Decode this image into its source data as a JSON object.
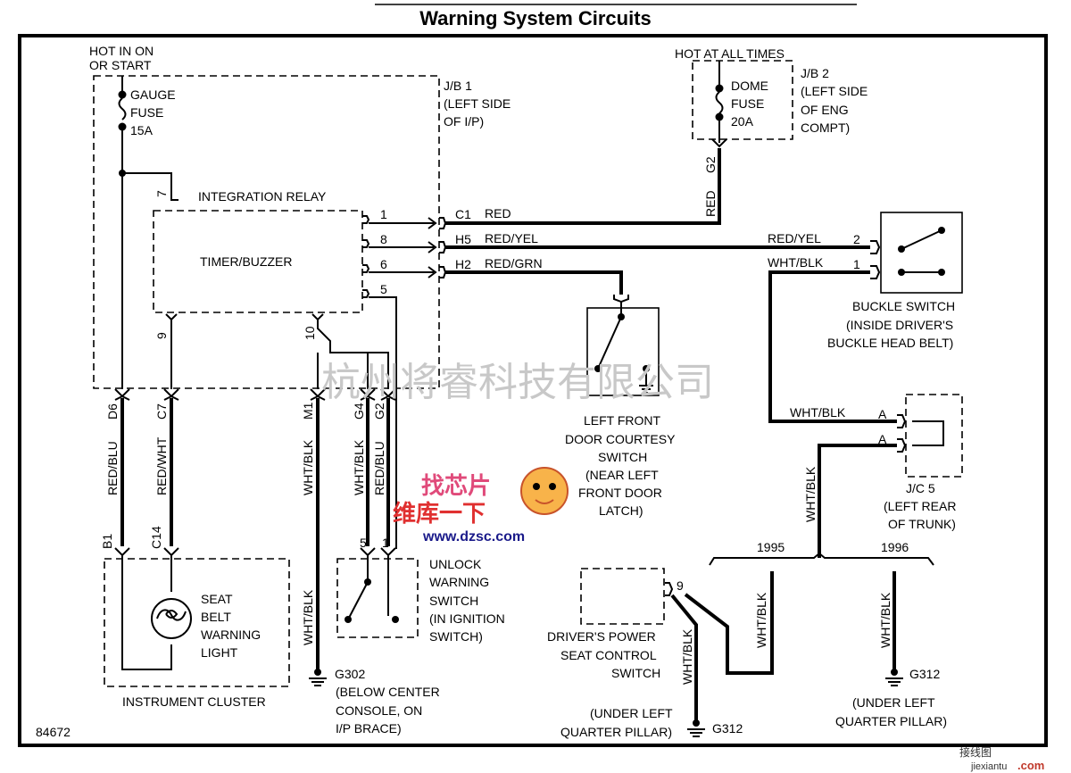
{
  "title": "Warning System Circuits",
  "figure_id": "84672",
  "power": {
    "hot_in_on_1": "HOT IN ON",
    "hot_in_on_2": "OR START",
    "hot_at_all": "HOT AT ALL TIMES"
  },
  "fuses": {
    "gauge_1": "GAUGE",
    "gauge_2": "FUSE",
    "gauge_3": "15A",
    "dome_1": "DOME",
    "dome_2": "FUSE",
    "dome_3": "20A"
  },
  "jb1": {
    "l1": "J/B 1",
    "l2": "(LEFT SIDE",
    "l3": "OF I/P)"
  },
  "jb2": {
    "l1": "J/B 2",
    "l2": "(LEFT SIDE",
    "l3": "OF ENG",
    "l4": "COMPT)"
  },
  "relay": {
    "name": "INTEGRATION RELAY",
    "inner": "TIMER/BUZZER"
  },
  "pins": {
    "p7": "7",
    "p1": "1",
    "p8": "8",
    "p6": "6",
    "p5": "5",
    "p9": "9",
    "p10": "10",
    "c1": "C1",
    "h5": "H5",
    "h2": "H2",
    "g2": "G2",
    "d6": "D6",
    "c7": "C7",
    "m1": "M1",
    "g4": "G4",
    "g2b": "G2",
    "b1": "B1",
    "c14": "C14",
    "s5": "5",
    "s1": "1",
    "bk2": "2",
    "bk1": "1",
    "ja": "A",
    "jb": "A",
    "ds9": "9"
  },
  "wires": {
    "red": "RED",
    "red_yel": "RED/YEL",
    "red_grn": "RED/GRN",
    "red_v": "RED",
    "red_yel2": "RED/YEL",
    "wht_blk_bk": "WHT/BLK",
    "red_blu": "RED/BLU",
    "red_wht": "RED/WHT",
    "wht_blk1": "WHT/BLK",
    "wht_blk2": "WHT/BLK",
    "red_blu2": "RED/BLU",
    "wht_blk3": "WHT/BLK",
    "wht_blk_j": "WHT/BLK",
    "wht_blk_jc": "WHT/BLK",
    "wht_blk_95": "WHT/BLK",
    "wht_blk_96": "WHT/BLK",
    "wht_blk_ds": "WHT/BLK"
  },
  "years": {
    "y1995": "1995",
    "y1996": "1996"
  },
  "buckle": {
    "l1": "BUCKLE SWITCH",
    "l2": "(INSIDE DRIVER'S",
    "l3": "BUCKLE HEAD BELT)"
  },
  "door": {
    "l1": "LEFT FRONT",
    "l2": "DOOR COURTESY",
    "l3": "SWITCH",
    "l4": "(NEAR LEFT",
    "l5": "FRONT DOOR",
    "l6": "LATCH)"
  },
  "jc5": {
    "l1": "J/C 5",
    "l2": "(LEFT REAR",
    "l3": "OF TRUNK)"
  },
  "seat_light": {
    "l1": "SEAT",
    "l2": "BELT",
    "l3": "WARNING",
    "l4": "LIGHT"
  },
  "cluster": "INSTRUMENT CLUSTER",
  "unlock": {
    "l1": "UNLOCK",
    "l2": "WARNING",
    "l3": "SWITCH",
    "l4": "(IN IGNITION",
    "l5": "SWITCH)"
  },
  "g302": {
    "name": "G302",
    "l1": "(BELOW CENTER",
    "l2": "CONSOLE, ON",
    "l3": "I/P BRACE)"
  },
  "dps": {
    "l1": "DRIVER'S POWER",
    "l2": "SEAT CONTROL",
    "l3": "SWITCH"
  },
  "g312a": {
    "name": "G312",
    "l1": "(UNDER LEFT",
    "l2": "QUARTER PILLAR)"
  },
  "g312b": {
    "name": "G312",
    "l1": "(UNDER LEFT",
    "l2": "QUARTER PILLAR)"
  },
  "watermark": {
    "company": "杭州将睿科技有限公司",
    "logo_top": "找芯片",
    "logo_mid": "维库一下",
    "logo_url": "www.dzsc.com",
    "corner_1": "接线图",
    "corner_2": "jiexiantu",
    "corner_3": ".com"
  }
}
